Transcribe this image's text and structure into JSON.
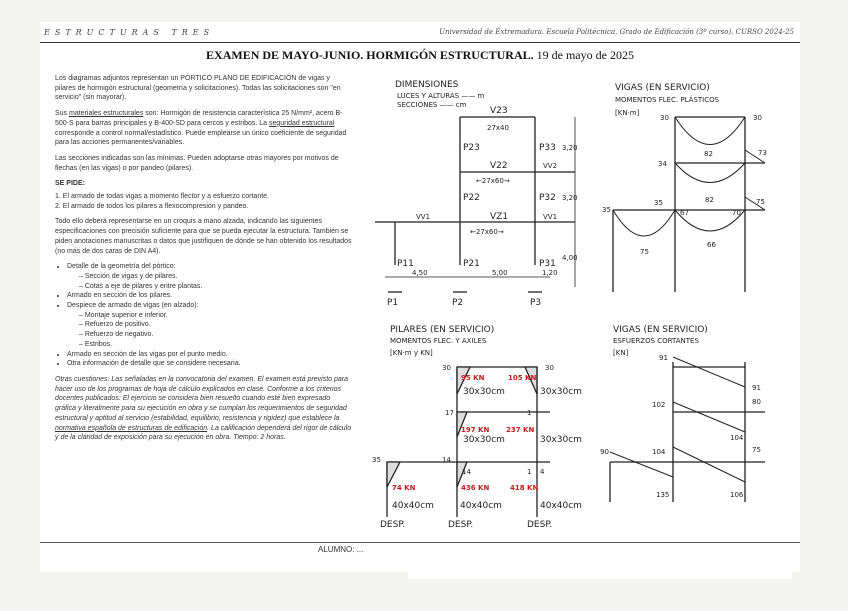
{
  "header": {
    "course": "ESTRUCTURAS TRES",
    "institution": "Universidad de Extremadura. Escuela Politécnica. Grado de Edificación (3º curso). CURSO 2024-25",
    "exam_title": "EXAMEN DE MAYO-JUNIO. HORMIGÓN ESTRUCTURAL.",
    "exam_date": "19 de mayo de 2025"
  },
  "intro": "Los diagramas adjuntos representan un PÓRTICO PLANO DE EDIFICACIÓN de vigas y pilares de hormigón estructural (geometría y solicitaciones). Todas las solicitaciones son \"en servicio\" (sin mayorar).",
  "materials": {
    "p1": "Sus ",
    "p2": "materiales estructurales",
    "p3": " son: Hormigón de resistencia característica 25 N/mm², acero B-500-S para barras principales y B-400-SD para cercos y estribos. La ",
    "p4": "seguridad estructural",
    "p5": " corresponde a control normal/estadístico. Puede emplearse un único coeficiente de seguridad para las acciones permanentes/variables."
  },
  "sections_note": "Las secciones indicadas son las mínimas. Pueden adoptarse otras mayores por motivos de flechas (en las vigas) o por pandeo (pilares).",
  "ask": {
    "heading": "SE PIDE:",
    "items": [
      "1. El armado de todas vigas a momento flector y a esfuerzo cortante.",
      "2. El armado de todos los pilares a flexocompresión y pandeo."
    ]
  },
  "instructions": "Todo ello deberá representarse en un croquis a mano alzada, indicando las siguientes especificaciones con precisión suficiente para que se pueda ejecutar la estructura. También se piden anotaciones manuscritas o datos que justifiquen de dónde se han obtenido los resultados (no más de dos caras de DIN A4).",
  "details": {
    "d1": "Detalle de la geometría del pórtico:",
    "d1a": "Sección de vigas y de pilares.",
    "d1b": "Cotas a eje de pilares y entre plantas.",
    "d2": "Armado en sección de los pilares.",
    "d3": "Despiece de armado de vigas (en alzado):",
    "d3a": "Montaje superior e inferior.",
    "d3b": "Refuerzo de positivo.",
    "d3c": "Refuerzo de negativo.",
    "d3d": "Estribos.",
    "d4": "Armado en sección de las vigas por el punto medio.",
    "d5": "Otra información de detalle que se considere necesaria."
  },
  "other": {
    "p1": "Otras cuestiones: Las señaladas en la convocatoria del examen. El examen está previsto para hacer uso de los programas de hoja de cálculo explicados en clase. Conforme a los criterios docentes publicados: El ejercicio se considera bien resuelto cuando esté bien expresado gráfica y literalmente para su ejecución en obra y se cumplan los requerimientos de seguridad estructural y aptitud al servicio (estabilidad, equilibrio, resistencia y rigidez) que establece la ",
    "p2": "normativa española de estructuras de edificación",
    "p3": ". La calificación dependerá del rigor de cálculo y de la claridad de exposición para su ejecución en obra. Tiempo: 2 horas."
  },
  "footer": {
    "student_label": "ALUMNO: ..."
  },
  "diagrams": {
    "dims": {
      "title": "DIMENSIONES",
      "legend1": "LUCES Y ALTURAS —— m",
      "legend2": "SECCIONES —— cm",
      "labels": {
        "v23": "V23",
        "s27x40": "27x40",
        "p23": "P23",
        "p33": "P33",
        "h1": "3,20",
        "v22": "V22",
        "vv2": "VV2",
        "s27x60a": "←27x60→",
        "p22": "P22",
        "p32": "P32",
        "h2": "3,20",
        "vv1l": "VV1",
        "vz1": "VZ1",
        "vv1r": "VV1",
        "s27x60b": "←27x60→",
        "p21": "P21",
        "p31": "P31",
        "p11": "P11",
        "h3": "4,00",
        "d1": "4,50",
        "d2": "5,00",
        "d3": "1,20",
        "b1": "P1",
        "b2": "P2",
        "b3": "P3"
      }
    },
    "vigas_mf": {
      "title1": "VIGAS (EN SERVICIO)",
      "title2": "MOMENTOS FLEC. PLÁSTICOS",
      "unit": "[KN·m]",
      "labels": {
        "a": "30",
        "b": "30",
        "c": "34",
        "d": "82",
        "e": "73",
        "f": "82",
        "g": "35",
        "h": "35",
        "i": "67",
        "j": "70",
        "k": "75",
        "l": "66",
        "m": "75"
      }
    },
    "pilares": {
      "title1": "PILARES (EN SERVICIO)",
      "title2": "MOMENTOS FLEC. Y AXILES",
      "unit": "[KN·m y KN]",
      "labels": {
        "a": "30",
        "b": "30",
        "c": "17",
        "d": "1",
        "e": "35",
        "f": "14",
        "g": "14",
        "h": "1",
        "i": "4",
        "n1": "95 KN",
        "n2": "105 KN",
        "n3": "197 KN",
        "n4": "237 KN",
        "n5": "74 KN",
        "n6": "436 KN",
        "n7": "418 KN",
        "s1": "30x30cm",
        "s2": "30x30cm",
        "s3": "30x30cm",
        "s4": "30x30cm",
        "s5": "40x40cm",
        "s6": "40x40cm",
        "s7": "40x40cm",
        "desp1": "DESP.",
        "desp2": "DESP.",
        "desp3": "DESP."
      }
    },
    "vigas_v": {
      "title1": "VIGAS (EN SERVICIO)",
      "title2": "ESFUERZOS CORTANTES",
      "unit": "[KN]",
      "labels": {
        "a": "91",
        "b": "91",
        "c": "102",
        "d": "80",
        "e": "104",
        "f": "104",
        "g": "75",
        "h": "90",
        "i": "135",
        "j": "106"
      }
    }
  }
}
